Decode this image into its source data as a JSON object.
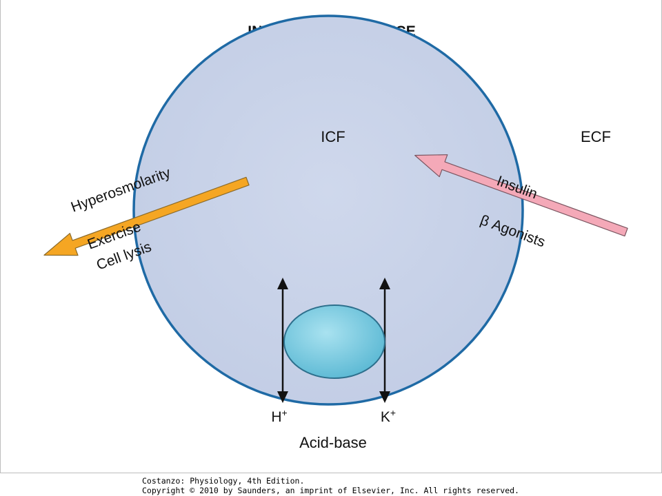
{
  "title": {
    "prefix": "INTERNAL K",
    "superscript": "+",
    "suffix": " BALANCE"
  },
  "compartments": {
    "icf": "ICF",
    "ecf": "ECF"
  },
  "outward_shift": {
    "causes": [
      "Hyperosmolarity",
      "Exercise",
      "Cell lysis"
    ],
    "color": "#f5a623"
  },
  "inward_shift": {
    "causes": [
      "Insulin",
      "β Agonists"
    ],
    "color": "#f4a9b8"
  },
  "exchanger": {
    "left_ion": {
      "symbol": "H",
      "charge": "+"
    },
    "right_ion": {
      "symbol": "K",
      "charge": "+"
    },
    "label": "Acid-base"
  },
  "colors": {
    "cell_fill": "#c9d3e8",
    "cell_border": "#1f6aa5",
    "transporter_fill": "#7ccbe0",
    "arrow_stroke": "#111111"
  },
  "credit": {
    "book": "Costanzo: Physiology, 4th Edition.",
    "copyright": "Copyright © 2010 by Saunders, an imprint of Elsevier, Inc. All rights reserved."
  }
}
